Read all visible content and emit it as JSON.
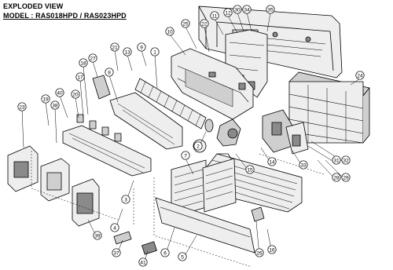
{
  "header": {
    "title": "EXPLODED VIEW",
    "model_line": "MODEL : RAS018HPD / RAS023HPD"
  },
  "callouts": [
    "1",
    "2",
    "3",
    "4",
    "5",
    "6",
    "7",
    "8",
    "9",
    "10",
    "11",
    "12",
    "13",
    "14",
    "15",
    "16",
    "17",
    "18",
    "19",
    "20",
    "21",
    "22",
    "23",
    "24",
    "25",
    "26",
    "27",
    "28",
    "29",
    "30",
    "31",
    "32",
    "33",
    "34",
    "35",
    "37",
    "38",
    "39",
    "40",
    "41"
  ],
  "colors": {
    "line": "#000000",
    "fill_light": "#eeeeee",
    "fill_mid": "#cfcfcf",
    "fill_dark": "#8a8a8a"
  }
}
